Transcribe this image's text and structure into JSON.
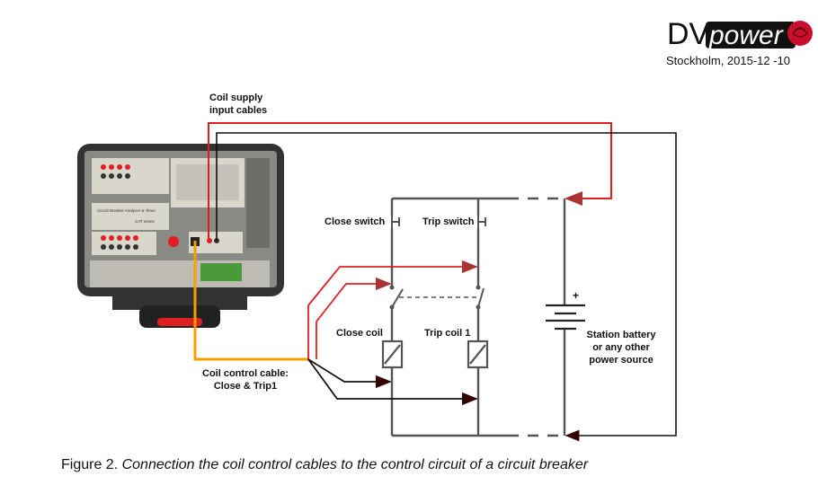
{
  "header": {
    "logo_text": "DV/power",
    "place_date": "Stockholm, 2015-12 -10"
  },
  "device": {
    "title": "Circuit Breaker Analyzer & Timer",
    "series": "CAT series"
  },
  "labels": {
    "coil_supply_line1": "Coil supply",
    "coil_supply_line2": "input cables",
    "close_switch": "Close switch",
    "trip_switch": "Trip switch",
    "close_coil": "Close coil",
    "trip_coil": "Trip coil 1",
    "battery_line1": "Station battery",
    "battery_line2": "or any other",
    "battery_line3": "power source",
    "battery_plus": "+",
    "control_cable_line1": "Coil control cable:",
    "control_cable_line2": "Close & Trip1"
  },
  "caption": {
    "prefix": "Figure 2.",
    "text": "Connection the coil control cables to the control circuit of a circuit breaker"
  },
  "colors": {
    "red_wire": "#e02020",
    "black_wire": "#111111",
    "orange_wire": "#f5a000",
    "circuit_grey": "#555555",
    "logo_rose": "#c8102e"
  }
}
